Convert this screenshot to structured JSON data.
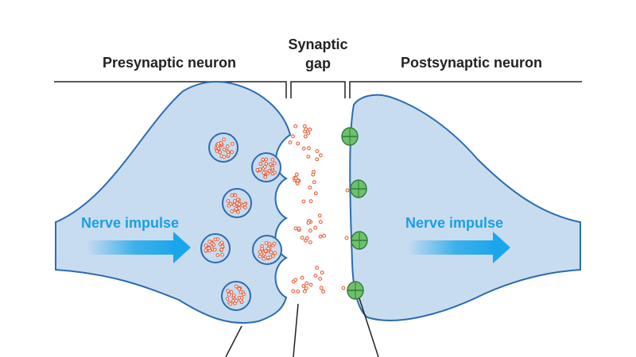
{
  "labels": {
    "presynaptic": "Presynaptic neuron",
    "gap_line1": "Synaptic",
    "gap_line2": "gap",
    "postsynaptic": "Postsynaptic neuron",
    "impulse_left": "Nerve impulse",
    "impulse_right": "Nerve impulse"
  },
  "colors": {
    "neuron_fill": "#c8dcf0",
    "membrane": "#2b6cb0",
    "text": "#222222",
    "impulse_text": "#1a9fe0",
    "arrow": "#1aa6ea",
    "neurotransmitter": "#e8603c",
    "receptor": "#6fc06a",
    "receptor_edge": "#2f7d3a"
  },
  "components": {
    "vesicle_count": 6,
    "release_pockets": 4,
    "receptor_count": 4
  }
}
